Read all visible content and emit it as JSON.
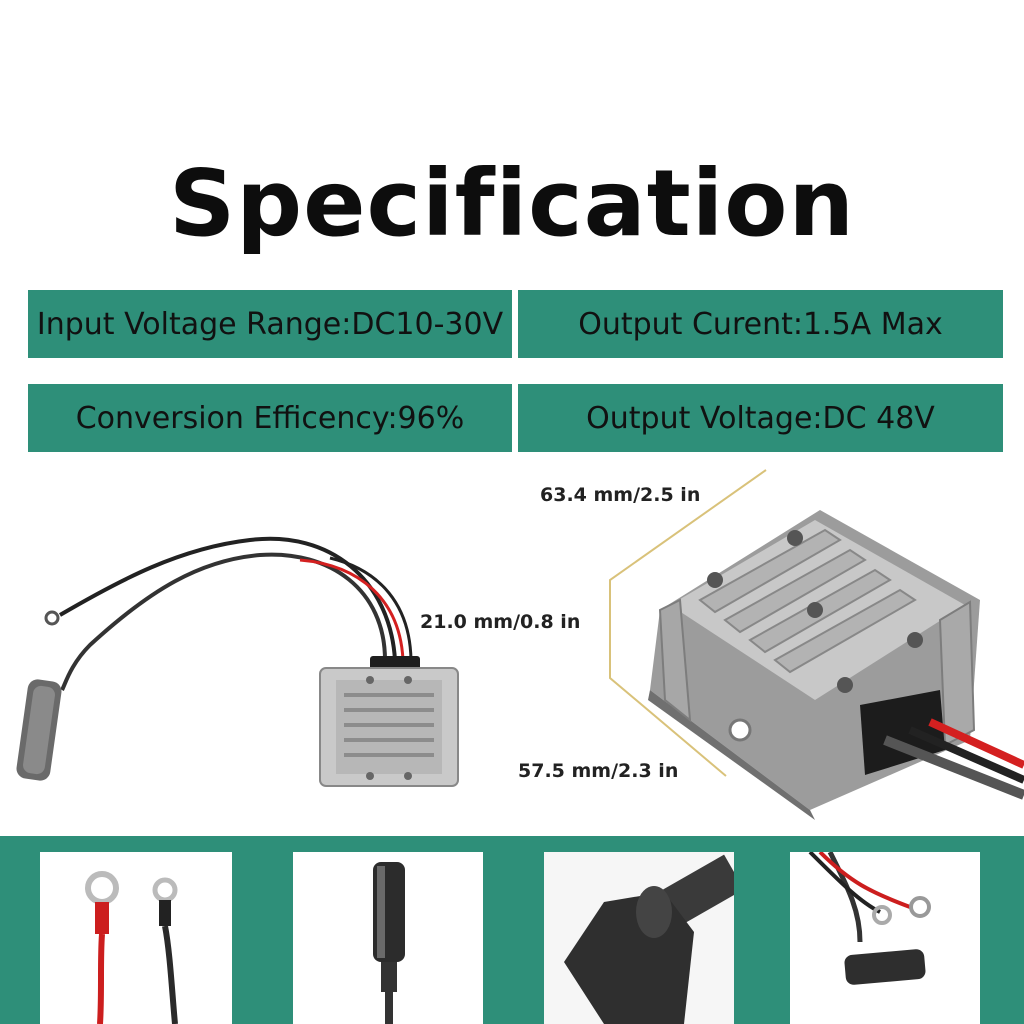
{
  "title": "Specification",
  "specs": [
    "Input Voltage Range:DC10-30V",
    "Output Curent:1.5A Max",
    "Conversion Efficency:96%",
    "Output Voltage:DC 48V"
  ],
  "dimensions": {
    "length": "63.4 mm/2.5 in",
    "height": "21.0 mm/0.8 in",
    "width": "57.5 mm/2.3 in"
  },
  "colors": {
    "accent": "#2e8f79",
    "wire_red": "#d42020",
    "wire_black": "#222222"
  },
  "thumbnails": [
    "ring-terminals-closeup",
    "dc-plug-closeup",
    "cable-sleeve-closeup",
    "cable-ends-closeup"
  ]
}
